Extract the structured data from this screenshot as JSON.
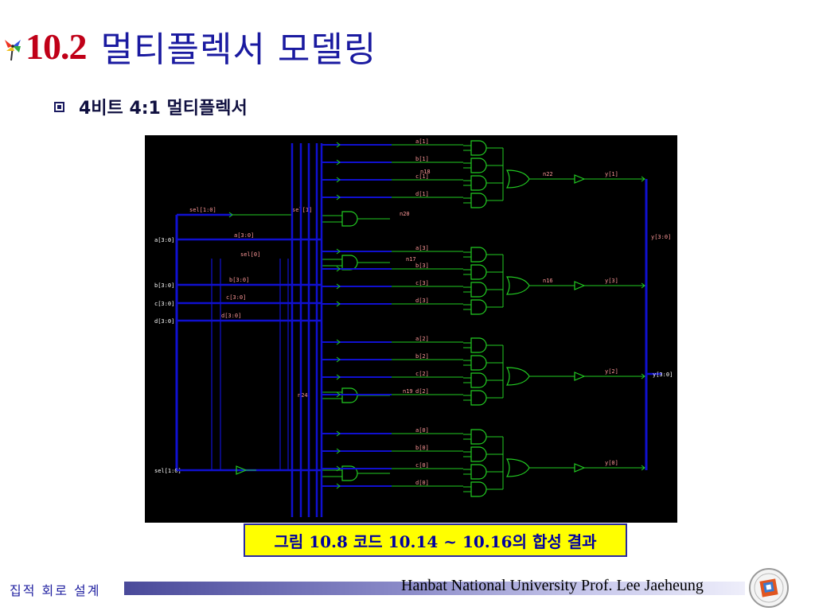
{
  "slide": {
    "title_number": "10.2",
    "title_text": "멀티플렉서 모델링",
    "bullet": "4비트 4:1 멀티플렉서",
    "caption": "그림 10.8 코드 10.14 ~ 10.16의 합성 결과",
    "footer_left": "집적 회로 설계",
    "footer_right": "Hanbat National University Prof. Lee Jaeheung"
  },
  "schematic": {
    "inputs": [
      "a[3:0]",
      "b[3:0]",
      "c[3:0]",
      "d[3:0]",
      "sel[1:0]"
    ],
    "output_port": "y[3:0]",
    "output_bus_label": "y[3:0]",
    "internal_labels": [
      "sel[1:0]",
      "a[3:0]",
      "sel[0]",
      "b[3:0]",
      "c[3:0]",
      "d[3:0]",
      "sel[1]"
    ],
    "bit_blocks": [
      {
        "bit": "1",
        "a": "a[1]",
        "b": "b[1]",
        "c": "c[1]",
        "d": "d[1]",
        "net": "n22",
        "y": "y[1]"
      },
      {
        "bit": "3",
        "a": "a[3]",
        "b": "b[3]",
        "c": "c[3]",
        "d": "d[3]",
        "net": "n16",
        "y": "y[3]"
      },
      {
        "bit": "2",
        "a": "a[2]",
        "b": "b[2]",
        "c": "c[2]",
        "d": "d[2]",
        "net": "",
        "y": "y[2]"
      },
      {
        "bit": "0",
        "a": "a[0]",
        "b": "b[0]",
        "c": "c[0]",
        "d": "d[0]",
        "net": "",
        "y": "y[0]"
      }
    ],
    "select_nets": [
      "n18",
      "n20",
      "n17",
      "n24",
      "n19"
    ]
  },
  "colors": {
    "title_number": "#c00018",
    "title_text": "#1a1aa0",
    "caption_bg": "#ffff00",
    "schematic_bg": "#000000",
    "bus": "#1010d0",
    "gate": "#22cc22",
    "label": "#ff9999"
  }
}
